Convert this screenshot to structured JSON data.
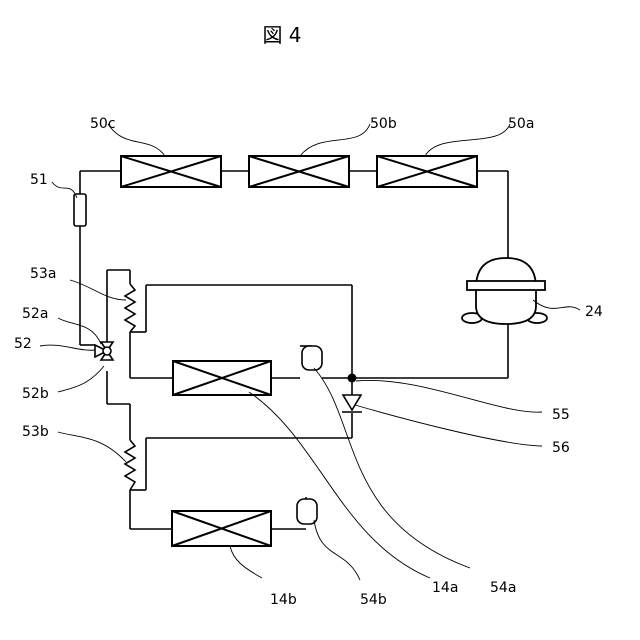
{
  "figure": {
    "title": "図 4"
  },
  "labels": {
    "l50c": "50c",
    "l50b": "50b",
    "l50a": "50a",
    "l51": "51",
    "l53a": "53a",
    "l52a": "52a",
    "l52": "52",
    "l52b": "52b",
    "l53b": "53b",
    "l24": "24",
    "l55": "55",
    "l56": "56",
    "l14b": "14b",
    "l54b": "54b",
    "l14a": "14a",
    "l54a": "54a"
  },
  "colors": {
    "line": "#000000",
    "background": "#ffffff"
  }
}
